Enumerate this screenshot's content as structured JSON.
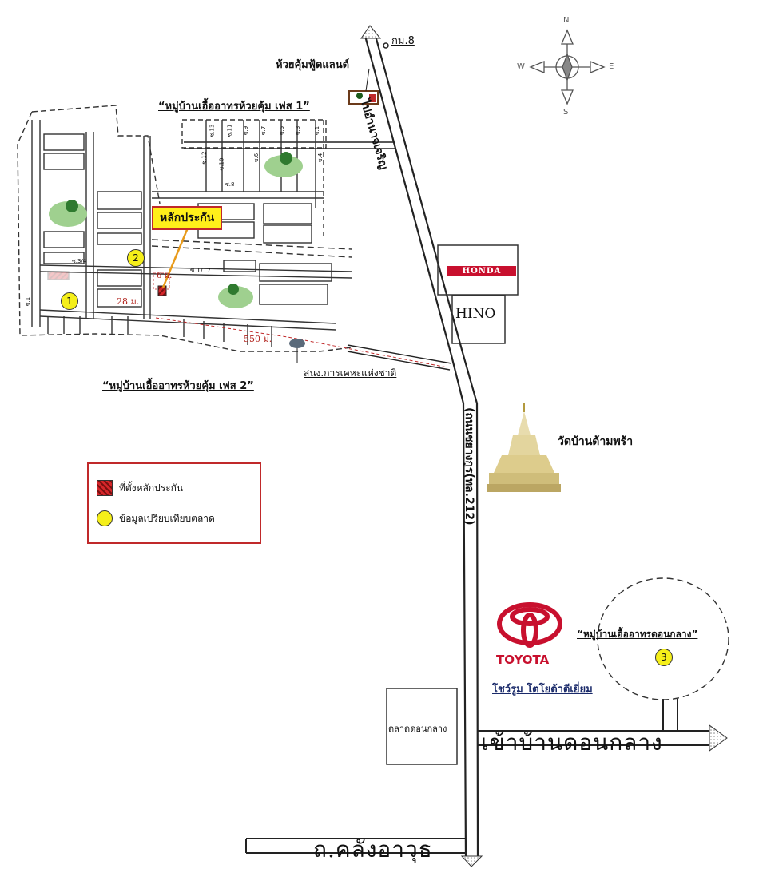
{
  "compass": {
    "n": "N",
    "s": "S",
    "e": "E",
    "w": "W"
  },
  "labels": {
    "km8": "กม.8",
    "food_land": "ห้วยคุ้มฟู้ดแลนด์",
    "phase1": "“หมู่บ้านเอื้ออาทรห้วยคุ้ม เฟส 1”",
    "phase2": "“หมู่บ้านเอื้ออาทรห้วยคุ้ม เฟส 2”",
    "housing_office": "สนง.การเคหะแห่งชาติ",
    "collateral": "หลักประกัน",
    "dim_6m": "6 ม.",
    "dim_28m": "28 ม.",
    "dim_550m": "550 ม.",
    "honda": "HONDA",
    "hino": "HINO",
    "wat": "วัดบ้านด้ามพร้า",
    "toyota_brand": "TOYOTA",
    "toyota_showroom": "โชว์รูม โตโยต้าดีเยี่ยม",
    "don_klang_village": "“หมู่บ้านเอื้ออาทรดอนกลาง”",
    "don_klang_market": "ตลาดดอนกลาง",
    "to_don_klang": "เข้าบ้านดอนกลาง",
    "klang_awut_road": "ถ.คลังอาวุธ",
    "highway_212": "(ถนนชยางกูร(ทล.212)",
    "north_road": "ไปอำนาจเจริญ",
    "soi": [
      "ซ.13",
      "ซ.11",
      "ซ.9",
      "ซ.7",
      "ซ.5",
      "ซ.3",
      "ซ.1",
      "ซ.12",
      "ซ.10",
      "ซ.6",
      "ซ.4",
      "ซ.8",
      "ซ.3/4",
      "ซ.1/17",
      "ซ.1"
    ]
  },
  "markers": [
    {
      "id": "1"
    },
    {
      "id": "2"
    },
    {
      "id": "3"
    }
  ],
  "legend": {
    "collateral_site": "ที่ตั้งหลักประกัน",
    "market_comparison": "ข้อมูลเปรียบเทียบตลาด"
  },
  "colors": {
    "road_outline": "#222222",
    "red_accent": "#c0292a",
    "highlight_yellow": "#ffef1a",
    "marker_yellow": "#f5ef1a",
    "park_green": "#9fd08f",
    "toyota_red": "#c8102e"
  },
  "icons": [
    "compass-rose-icon",
    "tree-icon",
    "pagoda-icon",
    "toyota-logo-icon",
    "honda-logo-icon",
    "house-icon",
    "arrow-icon"
  ]
}
